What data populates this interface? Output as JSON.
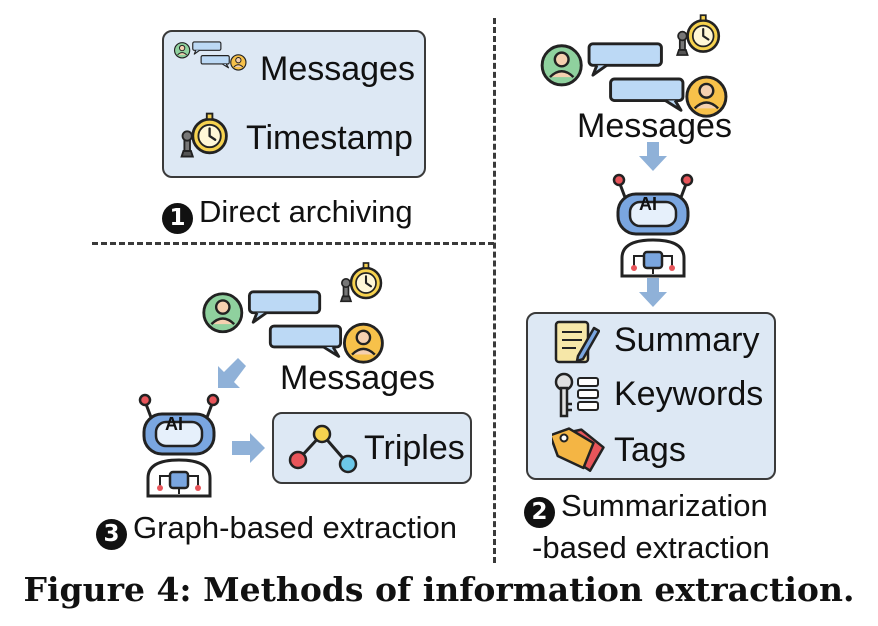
{
  "figure_caption": "Figure 4: Methods of information extraction.",
  "panels": {
    "direct": {
      "items": [
        "Messages",
        "Timestamp"
      ],
      "number": "1",
      "caption": "Direct archiving"
    },
    "summarization": {
      "messages_label": "Messages",
      "robot_text": "AI",
      "items": [
        "Summary",
        "Keywords",
        "Tags"
      ],
      "number": "2",
      "caption_line1": "Summarization",
      "caption_line2": "-based extraction"
    },
    "graph": {
      "messages_label": "Messages",
      "robot_text": "AI",
      "result": "Triples",
      "number": "3",
      "caption": "Graph-based extraction"
    }
  },
  "colors": {
    "box_fill": "#dde8f4",
    "arrow": "#8fb1d8",
    "bubble": "#bcd9f5",
    "avatar_green": "#8fd19e",
    "avatar_gold": "#f7c14a",
    "robot_blue": "#7aa6e0",
    "stopwatch_yellow": "#f6d24f",
    "tag_orange": "#f4b544",
    "tag_red": "#e8555a"
  }
}
